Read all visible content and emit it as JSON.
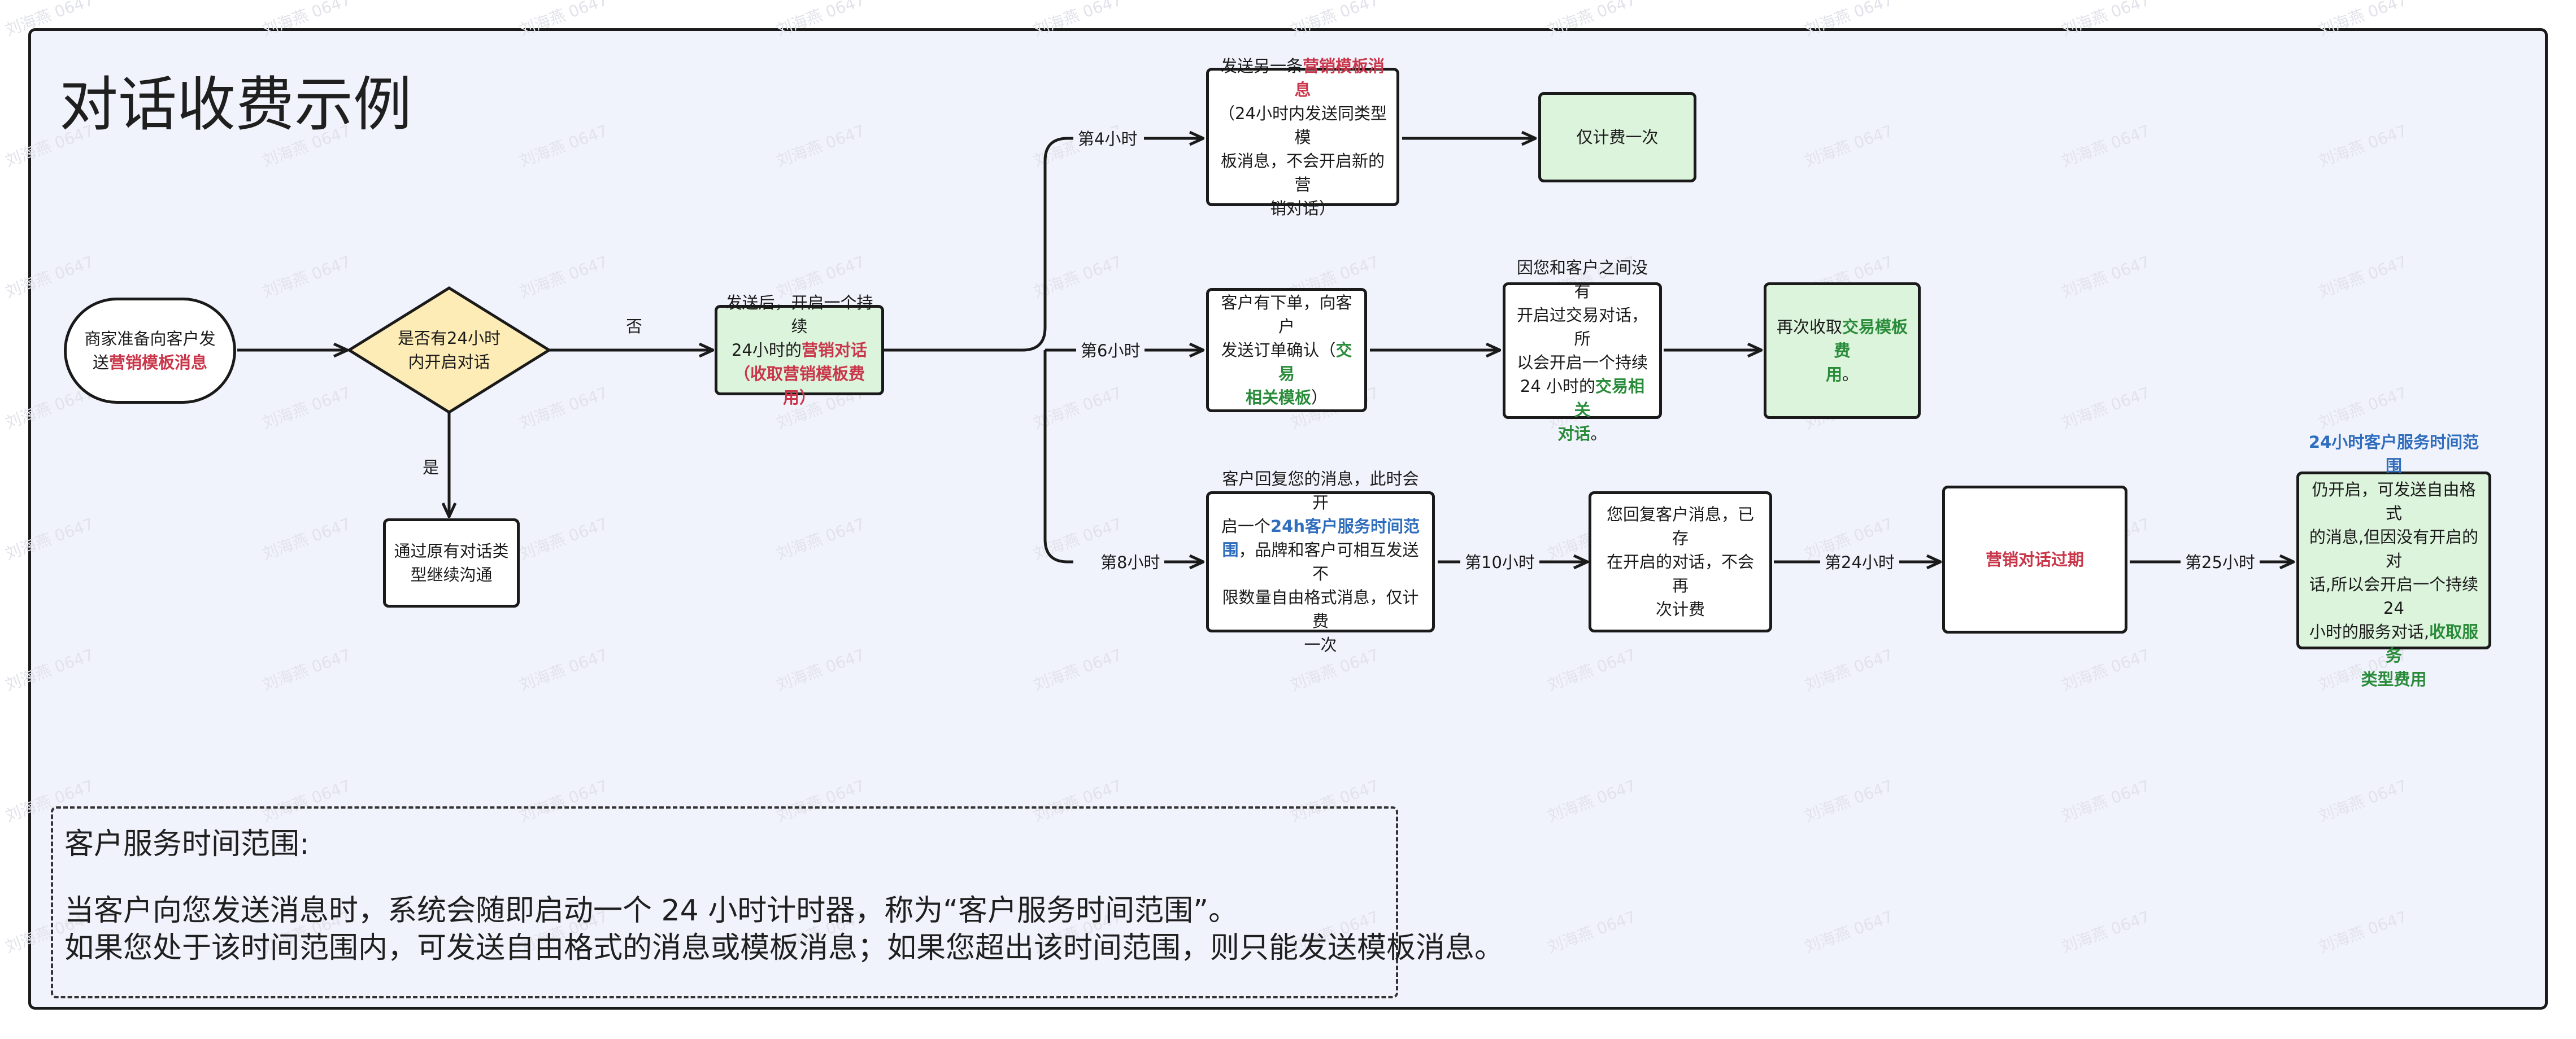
{
  "title": "对话收费示例",
  "watermark": "刘海燕 0647",
  "colors": {
    "frame_bg": "#f1f3fc",
    "decision_fill": "#fdecb5",
    "green_fill": "#dcf3dc",
    "red": "#c9364a",
    "green": "#2a8c3a",
    "blue": "#2f6dbd"
  },
  "nodes": {
    "start": {
      "a": "商家准备向客户发",
      "b": "送",
      "c": "营销模板消息"
    },
    "decision": {
      "a": "是否有24小时",
      "b": "内开启对话"
    },
    "continue": {
      "a": "通过原有对话类",
      "b": "型继续沟通"
    },
    "start_conv": {
      "a": "发送后，开启一个持续",
      "b": "24小时的",
      "c": "营销对话",
      "d": "（收取营销模板费用）"
    },
    "send_another": {
      "a": "发送另一条",
      "b": "营销模板消息",
      "c": "（24小时内发送同类型模",
      "d": "板消息，不会开启新的营",
      "e": "销对话）"
    },
    "charge_once": {
      "a": "仅计费一次"
    },
    "order": {
      "a": "客户有下单，向客户",
      "b": "发送订单确认（",
      "c": "交易",
      "d": "相关模板",
      "e": "）"
    },
    "trade_conv": {
      "a": "因您和客户之间没有",
      "b": "开启过交易对话，所",
      "c": "以会开启一个持续",
      "d": "24 小时的",
      "e": "交易相关",
      "f": "对话",
      "g": "。"
    },
    "charge_again": {
      "a": "再次收取",
      "b": "交易模板费",
      "c": "用",
      "d": "。"
    },
    "reply": {
      "a": "客户回复您的消息，此时会开",
      "b": "启一个",
      "c": "24h客户服务时间范",
      "d": "围",
      "e": "，品牌和客户可相互发送不",
      "f": "限数量自由格式消息，仅计费",
      "g": "一次"
    },
    "you_reply": {
      "a": "您回复客户消息，已存",
      "b": "在开启的对话，不会再",
      "c": "次计费"
    },
    "expired": {
      "a": "营销对话过期"
    },
    "service": {
      "a": "24小时客户服务时间范围",
      "b": "仍开启，可发送自由格式",
      "c": "的消息,但因没有开启的对",
      "d": "话,所以会开启一个持续24",
      "e": "小时的服务对话,",
      "f": "收取服务",
      "g": "类型费用"
    }
  },
  "edges": {
    "no": "否",
    "yes": "是",
    "h4": "第4小时",
    "h6": "第6小时",
    "h8": "第8小时",
    "h10": "第10小时",
    "h24": "第24小时",
    "h25": "第25小时"
  },
  "note": {
    "heading": "客户服务时间范围:",
    "line1": "当客户向您发送消息时，系统会随即启动一个 24 小时计时器，称为“客户服务时间范围”。",
    "line2": "如果您处于该时间范围内，可发送自由格式的消息或模板消息；如果您超出该时间范围，则只能发送模板消息。"
  }
}
